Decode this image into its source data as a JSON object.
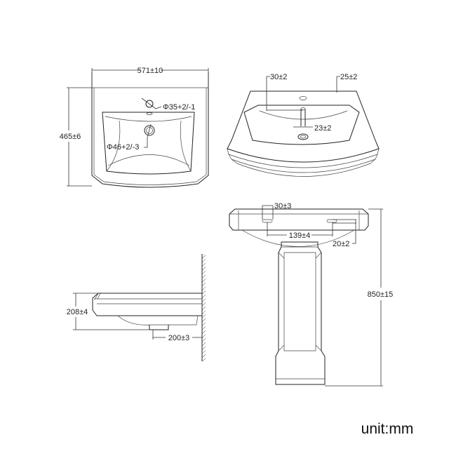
{
  "drawing": {
    "top_view": {
      "width_dim": "571±10",
      "depth_dim": "465±6",
      "tap_hole_dim": "Φ35+2/-1",
      "drain_hole_dim": "Φ46+2/-3"
    },
    "front_view": {
      "rim_offset_dim": "30±2",
      "rim_thickness_dim": "25±2",
      "overflow_dim": "23±2"
    },
    "pedestal_view": {
      "fixing_slot_dim": "30±3",
      "fixing_spacing_dim": "139±4",
      "slot_offset_dim": "20±2",
      "height_dim": "850±15"
    },
    "side_view": {
      "basin_height_dim": "208±4",
      "drain_to_wall_dim": "200±3"
    },
    "unit_label": "unit:mm"
  }
}
